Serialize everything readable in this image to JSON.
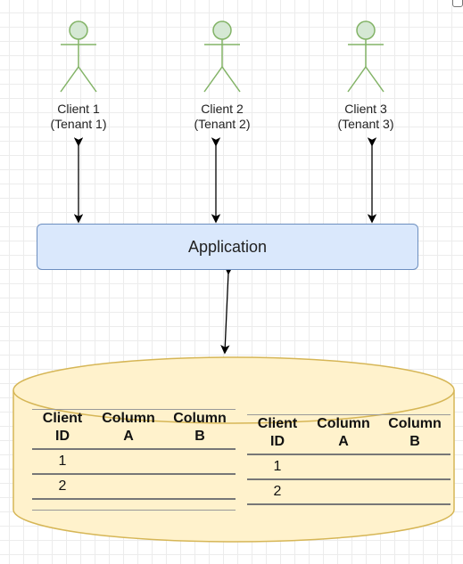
{
  "clients": [
    {
      "name": "Client 1",
      "tenant": "(Tenant 1)"
    },
    {
      "name": "Client 2",
      "tenant": "(Tenant 2)"
    },
    {
      "name": "Client 3",
      "tenant": "(Tenant 3)"
    }
  ],
  "application": {
    "label": "Application"
  },
  "database": {
    "tables": [
      {
        "headers": [
          "Client ID",
          "Column A",
          "Column B"
        ],
        "rows": [
          [
            "1",
            "",
            ""
          ],
          [
            "2",
            "",
            ""
          ]
        ]
      },
      {
        "headers": [
          "Client ID",
          "Column A",
          "Column B"
        ],
        "rows": [
          [
            "1",
            "",
            ""
          ],
          [
            "2",
            "",
            ""
          ]
        ]
      }
    ]
  },
  "colors": {
    "actor_fill": "#d5e8d4",
    "actor_stroke": "#82b366",
    "app_fill": "#dae8fc",
    "app_stroke": "#6c8ebf",
    "db_fill": "#fff2cc",
    "db_stroke": "#d6b656"
  }
}
